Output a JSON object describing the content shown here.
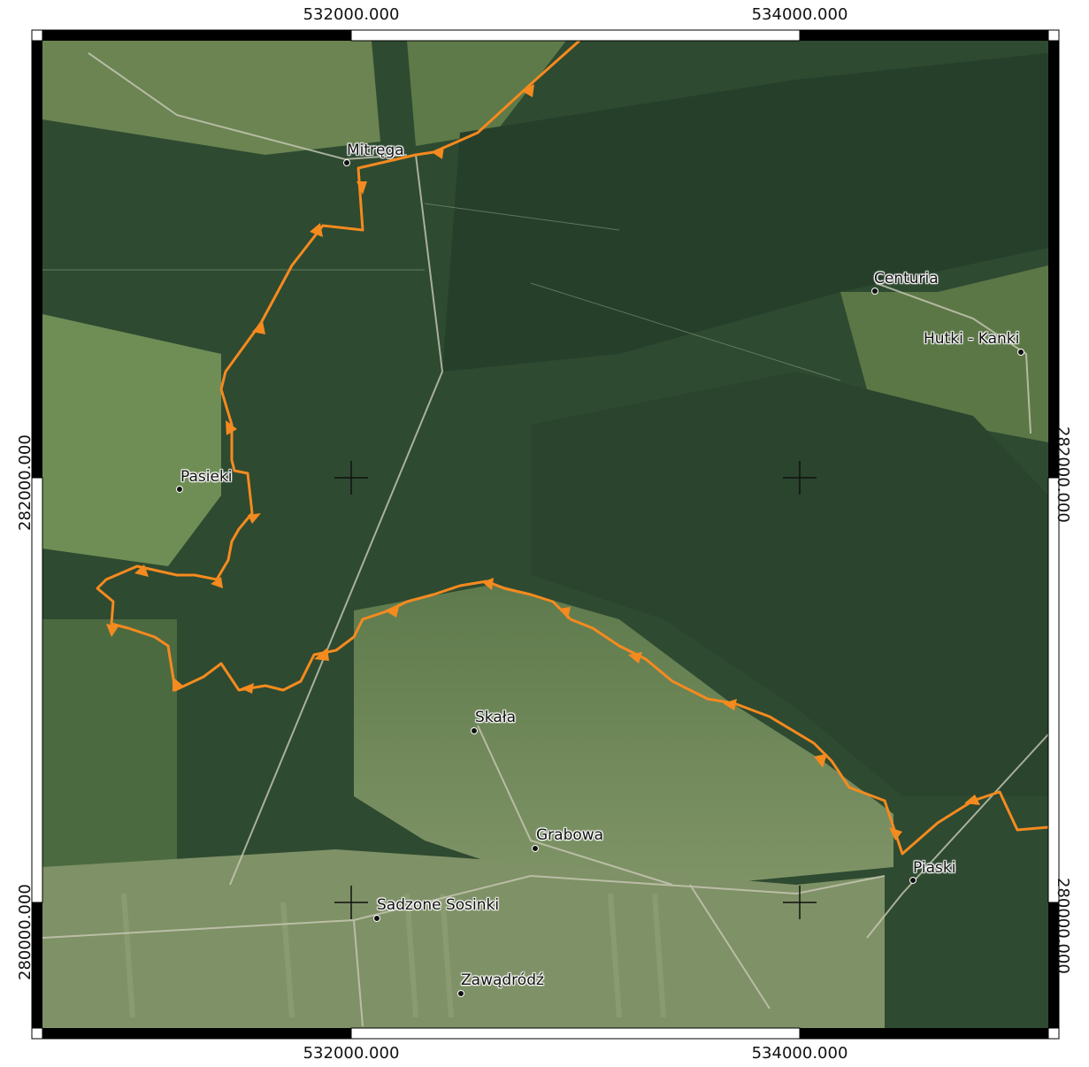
{
  "map": {
    "grid": {
      "x_labels": [
        "532000.000",
        "534000.000"
      ],
      "y_labels": [
        "282000.000",
        "280000.000"
      ]
    },
    "places": [
      {
        "name": "Mitręga"
      },
      {
        "name": "Centuria"
      },
      {
        "name": "Hutki - Kanki"
      },
      {
        "name": "Pasieki"
      },
      {
        "name": "Skała"
      },
      {
        "name": "Grabowa"
      },
      {
        "name": "Piaski"
      },
      {
        "name": "Sadzone Sosinki"
      },
      {
        "name": "Zawądródź"
      }
    ],
    "colors": {
      "trail": "#f58a1f",
      "forest": "#2f4a32",
      "field": "#6f8a55",
      "frame": "#000000"
    }
  }
}
